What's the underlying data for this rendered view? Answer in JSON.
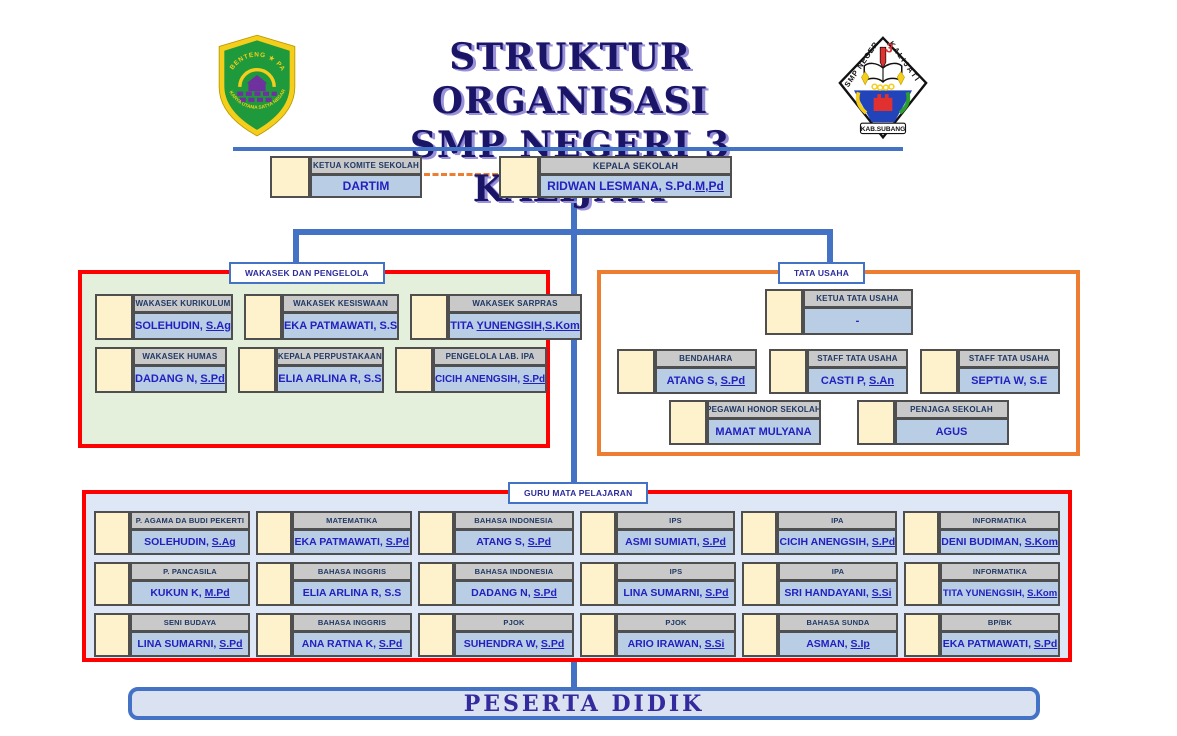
{
  "header": {
    "title_line1": "STRUKTUR ORGANISASI",
    "title_line2": "SMP NEGERI 3 KALIJATI",
    "left_logo": {
      "arc_top": "BENTENG ★ PANCASILA",
      "arc_bottom": "KARYA UTAMA SATYA NEGARA"
    },
    "right_logo": {
      "arc_left": "SMP NEGERI",
      "number": "3",
      "arc_right": "KALIJATI",
      "banner": "KAB.SUBANG"
    }
  },
  "top": {
    "komite": {
      "title": "KETUA KOMITE SEKOLAH",
      "name": "DARTIM",
      "degree": ""
    },
    "kepala": {
      "title": "KEPALA SEKOLAH",
      "name": "RIDWAN LESMANA, S.Pd.",
      "degree": "M,Pd"
    }
  },
  "sections": {
    "wakasek": {
      "label": "WAKASEK DAN PENGELOLA",
      "members": [
        {
          "title": "WAKASEK KURIKULUM",
          "name": "SOLEHUDIN, ",
          "degree": "S.Ag"
        },
        {
          "title": "WAKASEK KESISWAAN",
          "name": "EKA PATMAWATI, S.S",
          "degree": ""
        },
        {
          "title": "WAKASEK SARPRAS",
          "name": "TITA ",
          "degree": "YUNENGSIH,S.Kom"
        },
        {
          "title": "WAKASEK HUMAS",
          "name": "DADANG N, ",
          "degree": "S.Pd"
        },
        {
          "title": "KEPALA PERPUSTAKAAN",
          "name": "ELIA ARLINA R, S.S",
          "degree": ""
        },
        {
          "title": "PENGELOLA LAB. IPA",
          "name": "CICIH ANENGSIH, ",
          "degree": "S.Pd"
        }
      ]
    },
    "tata_usaha": {
      "label": "TATA USAHA",
      "ketua": {
        "title": "KETUA TATA USAHA",
        "name": "-",
        "degree": ""
      },
      "row1": [
        {
          "title": "BENDAHARA",
          "name": "ATANG S, ",
          "degree": "S.Pd"
        },
        {
          "title": "STAFF TATA USAHA",
          "name": "CASTI P, ",
          "degree": "S.An"
        },
        {
          "title": "STAFF TATA USAHA",
          "name": "SEPTIA W, S.E",
          "degree": ""
        }
      ],
      "row2": [
        {
          "title": "PEGAWAI HONOR SEKOLAH",
          "name": "MAMAT MULYANA",
          "degree": ""
        },
        {
          "title": "PENJAGA SEKOLAH",
          "name": "AGUS",
          "degree": ""
        }
      ]
    },
    "guru": {
      "label": "GURU MATA PELAJARAN",
      "members": [
        {
          "title": "P. AGAMA DA BUDI PEKERTI",
          "name": "SOLEHUDIN, ",
          "degree": "S.Ag"
        },
        {
          "title": "MATEMATIKA",
          "name": "EKA PATMAWATI, ",
          "degree": "S.Pd"
        },
        {
          "title": "BAHASA INDONESIA",
          "name": "ATANG S, ",
          "degree": "S.Pd"
        },
        {
          "title": "IPS",
          "name": "ASMI SUMIATI, ",
          "degree": "S.Pd"
        },
        {
          "title": "IPA",
          "name": "CICIH ANENGSIH, ",
          "degree": "S.Pd"
        },
        {
          "title": "INFORMATIKA",
          "name": "DENI BUDIMAN, ",
          "degree": "S.Kom"
        },
        {
          "title": "P. PANCASILA",
          "name": "KUKUN K, ",
          "degree": "M.Pd"
        },
        {
          "title": "BAHASA INGGRIS",
          "name": "ELIA ARLINA R, S.S",
          "degree": ""
        },
        {
          "title": "BAHASA INDONESIA",
          "name": "DADANG N, ",
          "degree": "S.Pd"
        },
        {
          "title": "IPS",
          "name": "LINA SUMARNI, ",
          "degree": "S.Pd"
        },
        {
          "title": "IPA",
          "name": "SRI HANDAYANI, ",
          "degree": "S.Si"
        },
        {
          "title": "INFORMATIKA",
          "name": "TITA YUNENGSIH, ",
          "degree": "S.Kom"
        },
        {
          "title": "SENI BUDAYA",
          "name": "LINA SUMARNI, ",
          "degree": "S.Pd"
        },
        {
          "title": "BAHASA INGGRIS",
          "name": "ANA RATNA K, ",
          "degree": "S.Pd"
        },
        {
          "title": "PJOK",
          "name": "SUHENDRA W, ",
          "degree": "S.Pd"
        },
        {
          "title": "PJOK",
          "name": "ARIO IRAWAN, ",
          "degree": "S.Si"
        },
        {
          "title": "BAHASA SUNDA",
          "name": "ASMAN, ",
          "degree": "S.Ip"
        },
        {
          "title": "BP/BK",
          "name": "EKA PATMAWATI, ",
          "degree": "S.Pd"
        }
      ]
    }
  },
  "footer": {
    "label": "PESERTA DIDIK"
  },
  "colors": {
    "connector_blue": "#4472C4",
    "section_red": "#FE0000",
    "section_orange": "#ED7D31",
    "wakasek_fill": "#E4EFDC",
    "guru_fill": "#DEE7F6",
    "photo_fill": "#FDF2CC",
    "role_fill": "#C9C9C9",
    "name_fill": "#B9CDE5",
    "title_navy": "#1b1568",
    "name_text": "#2121c0"
  }
}
